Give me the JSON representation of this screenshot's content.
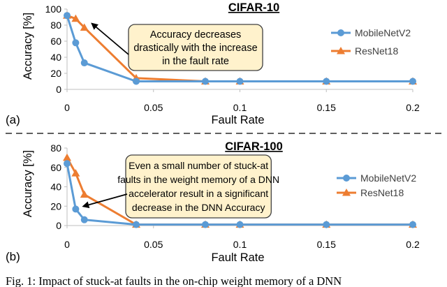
{
  "figure": {
    "caption": "Fig. 1: Impact of stuck-at faults in the on-chip weight memory of a DNN"
  },
  "colors": {
    "mobilenet": "#5B9BD5",
    "resnet": "#ED7D31",
    "axis": "#bfbfbf",
    "callout_fill": "#FFF2CC",
    "callout_stroke": "#404040",
    "text": "#000000"
  },
  "chart_data": [
    {
      "type": "line",
      "panel_label": "(a)",
      "title": "CIFAR-10",
      "xlabel": "Fault Rate",
      "ylabel": "Accuracy [%]",
      "xlim": [
        0,
        0.2
      ],
      "ylim": [
        0,
        100
      ],
      "xticks": [
        0,
        0.05,
        0.1,
        0.15,
        0.2
      ],
      "xtick_labels": [
        "0",
        "0.05",
        "0.1",
        "0.15",
        "0.2"
      ],
      "yticks": [
        0,
        20,
        40,
        60,
        80,
        100
      ],
      "ytick_labels": [
        "0",
        "20",
        "40",
        "60",
        "80",
        "100"
      ],
      "grid": false,
      "legend_position": "right",
      "annotation": {
        "lines": [
          "Accuracy decreases",
          "drastically with the increase",
          "in the fault rate"
        ],
        "points_to": {
          "x": 0.012,
          "y": 75
        }
      },
      "series": [
        {
          "name": "MobileNetV2",
          "marker": "circle",
          "x": [
            0,
            0.005,
            0.01,
            0.04,
            0.08,
            0.1,
            0.15,
            0.2
          ],
          "y": [
            92,
            58,
            33,
            10,
            10,
            10,
            10,
            10
          ]
        },
        {
          "name": "ResNet18",
          "marker": "triangle",
          "x": [
            0,
            0.005,
            0.01,
            0.04,
            0.08,
            0.1,
            0.15,
            0.2
          ],
          "y": [
            92,
            88,
            77,
            14,
            10,
            10,
            10,
            10
          ]
        }
      ]
    },
    {
      "type": "line",
      "panel_label": "(b)",
      "title": "CIFAR-100",
      "xlabel": "Fault Rate",
      "ylabel": "Accuracy [%]",
      "xlim": [
        0,
        0.2
      ],
      "ylim": [
        0,
        80
      ],
      "xticks": [
        0,
        0.05,
        0.1,
        0.15,
        0.2
      ],
      "xtick_labels": [
        "0",
        "0.05",
        "0.1",
        "0.15",
        "0.2"
      ],
      "yticks": [
        0,
        20,
        40,
        60,
        80
      ],
      "ytick_labels": [
        "0",
        "20",
        "40",
        "60",
        "80"
      ],
      "grid": false,
      "legend_position": "right",
      "annotation": {
        "lines": [
          "Even a small number of stuck-at",
          "faults in the weight memory of a DNN",
          "accelerator result in a significant",
          "decrease in the DNN Accuracy"
        ],
        "points_to": {
          "x": 0.007,
          "y": 17
        }
      },
      "series": [
        {
          "name": "MobileNetV2",
          "marker": "circle",
          "x": [
            0,
            0.005,
            0.01,
            0.04,
            0.08,
            0.1,
            0.15,
            0.2
          ],
          "y": [
            64,
            17,
            6,
            1,
            1,
            1,
            1,
            1
          ]
        },
        {
          "name": "ResNet18",
          "marker": "triangle",
          "x": [
            0,
            0.005,
            0.01,
            0.04,
            0.08,
            0.1,
            0.15,
            0.2
          ],
          "y": [
            70,
            54,
            32,
            1,
            1,
            1,
            1,
            1
          ]
        }
      ]
    }
  ]
}
